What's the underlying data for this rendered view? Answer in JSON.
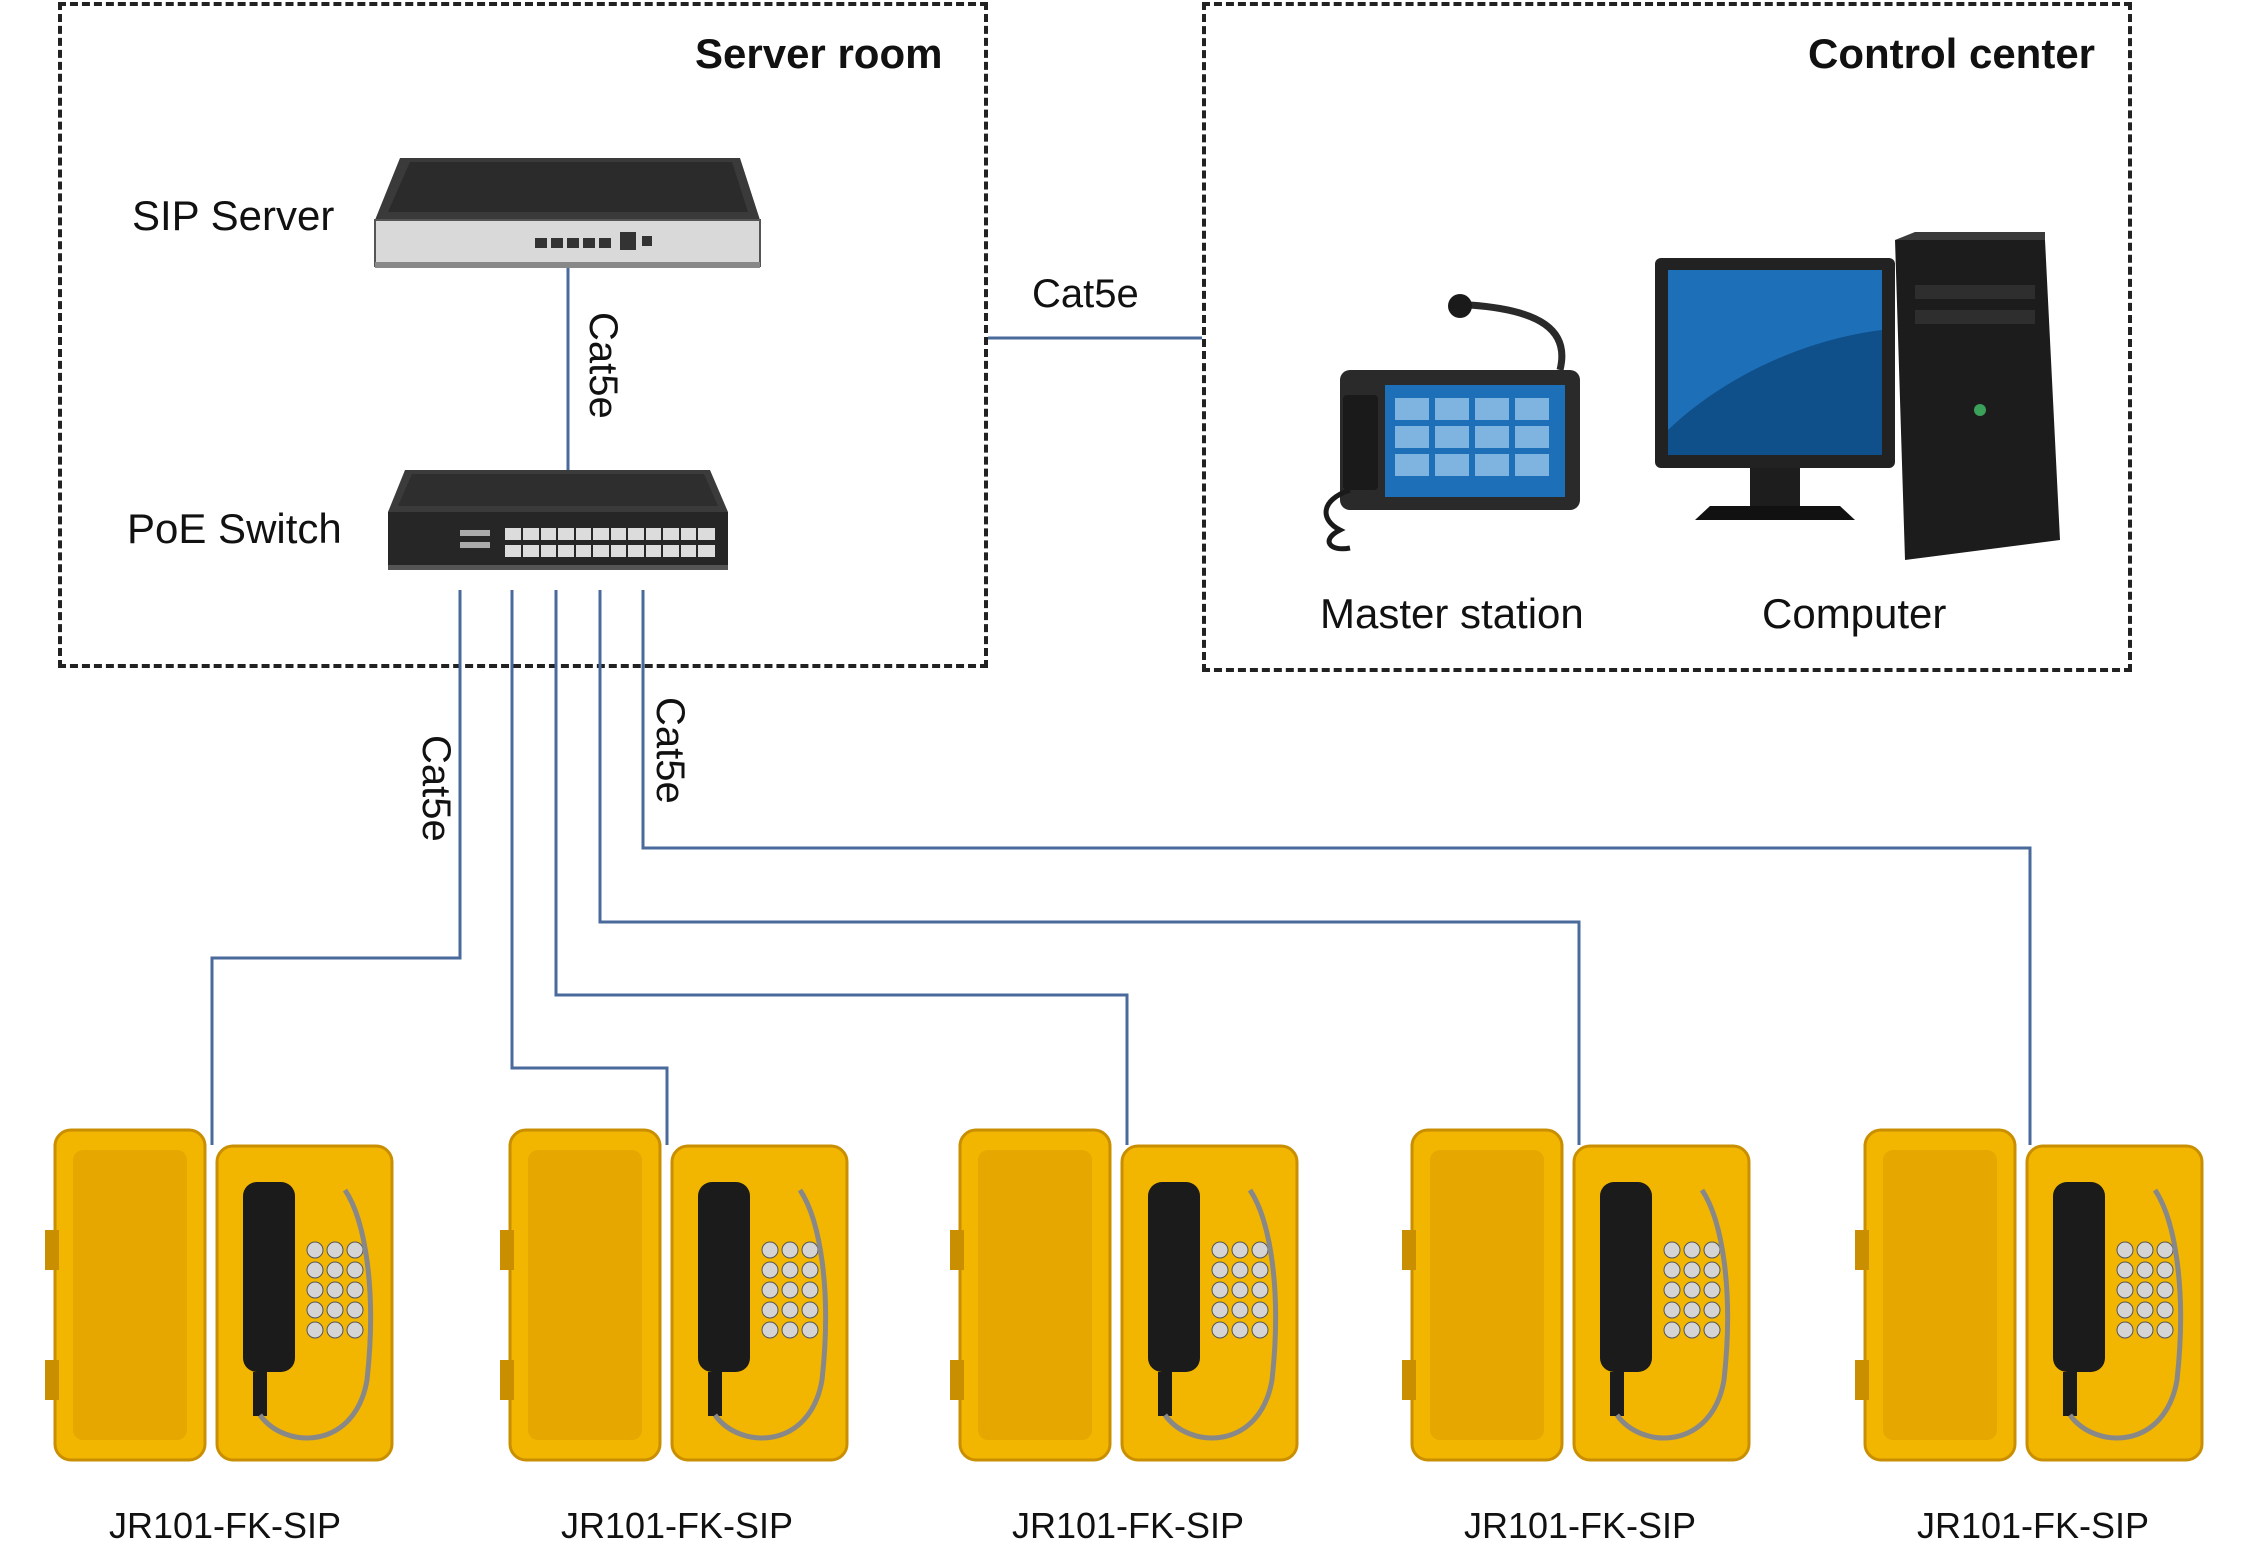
{
  "zones": {
    "server_room": {
      "title": "Server room"
    },
    "control_center": {
      "title": "Control center"
    }
  },
  "devices": {
    "sip_server": "SIP Server",
    "poe_switch": "PoE Switch",
    "master_station": "Master station",
    "computer": "Computer"
  },
  "cables": {
    "server_to_switch": "Cat5e",
    "server_to_control": "Cat5e",
    "switch_down_left": "Cat5e",
    "switch_down_right": "Cat5e"
  },
  "phones": [
    {
      "model": "JR101-FK-SIP"
    },
    {
      "model": "JR101-FK-SIP"
    },
    {
      "model": "JR101-FK-SIP"
    },
    {
      "model": "JR101-FK-SIP"
    },
    {
      "model": "JR101-FK-SIP"
    }
  ],
  "colors": {
    "cable": "#4a6a9c",
    "phone_body": "#f2b600",
    "phone_dark": "#c98f00",
    "device_dark": "#2b2b2b",
    "screen_blue": "#1d6fb8"
  }
}
